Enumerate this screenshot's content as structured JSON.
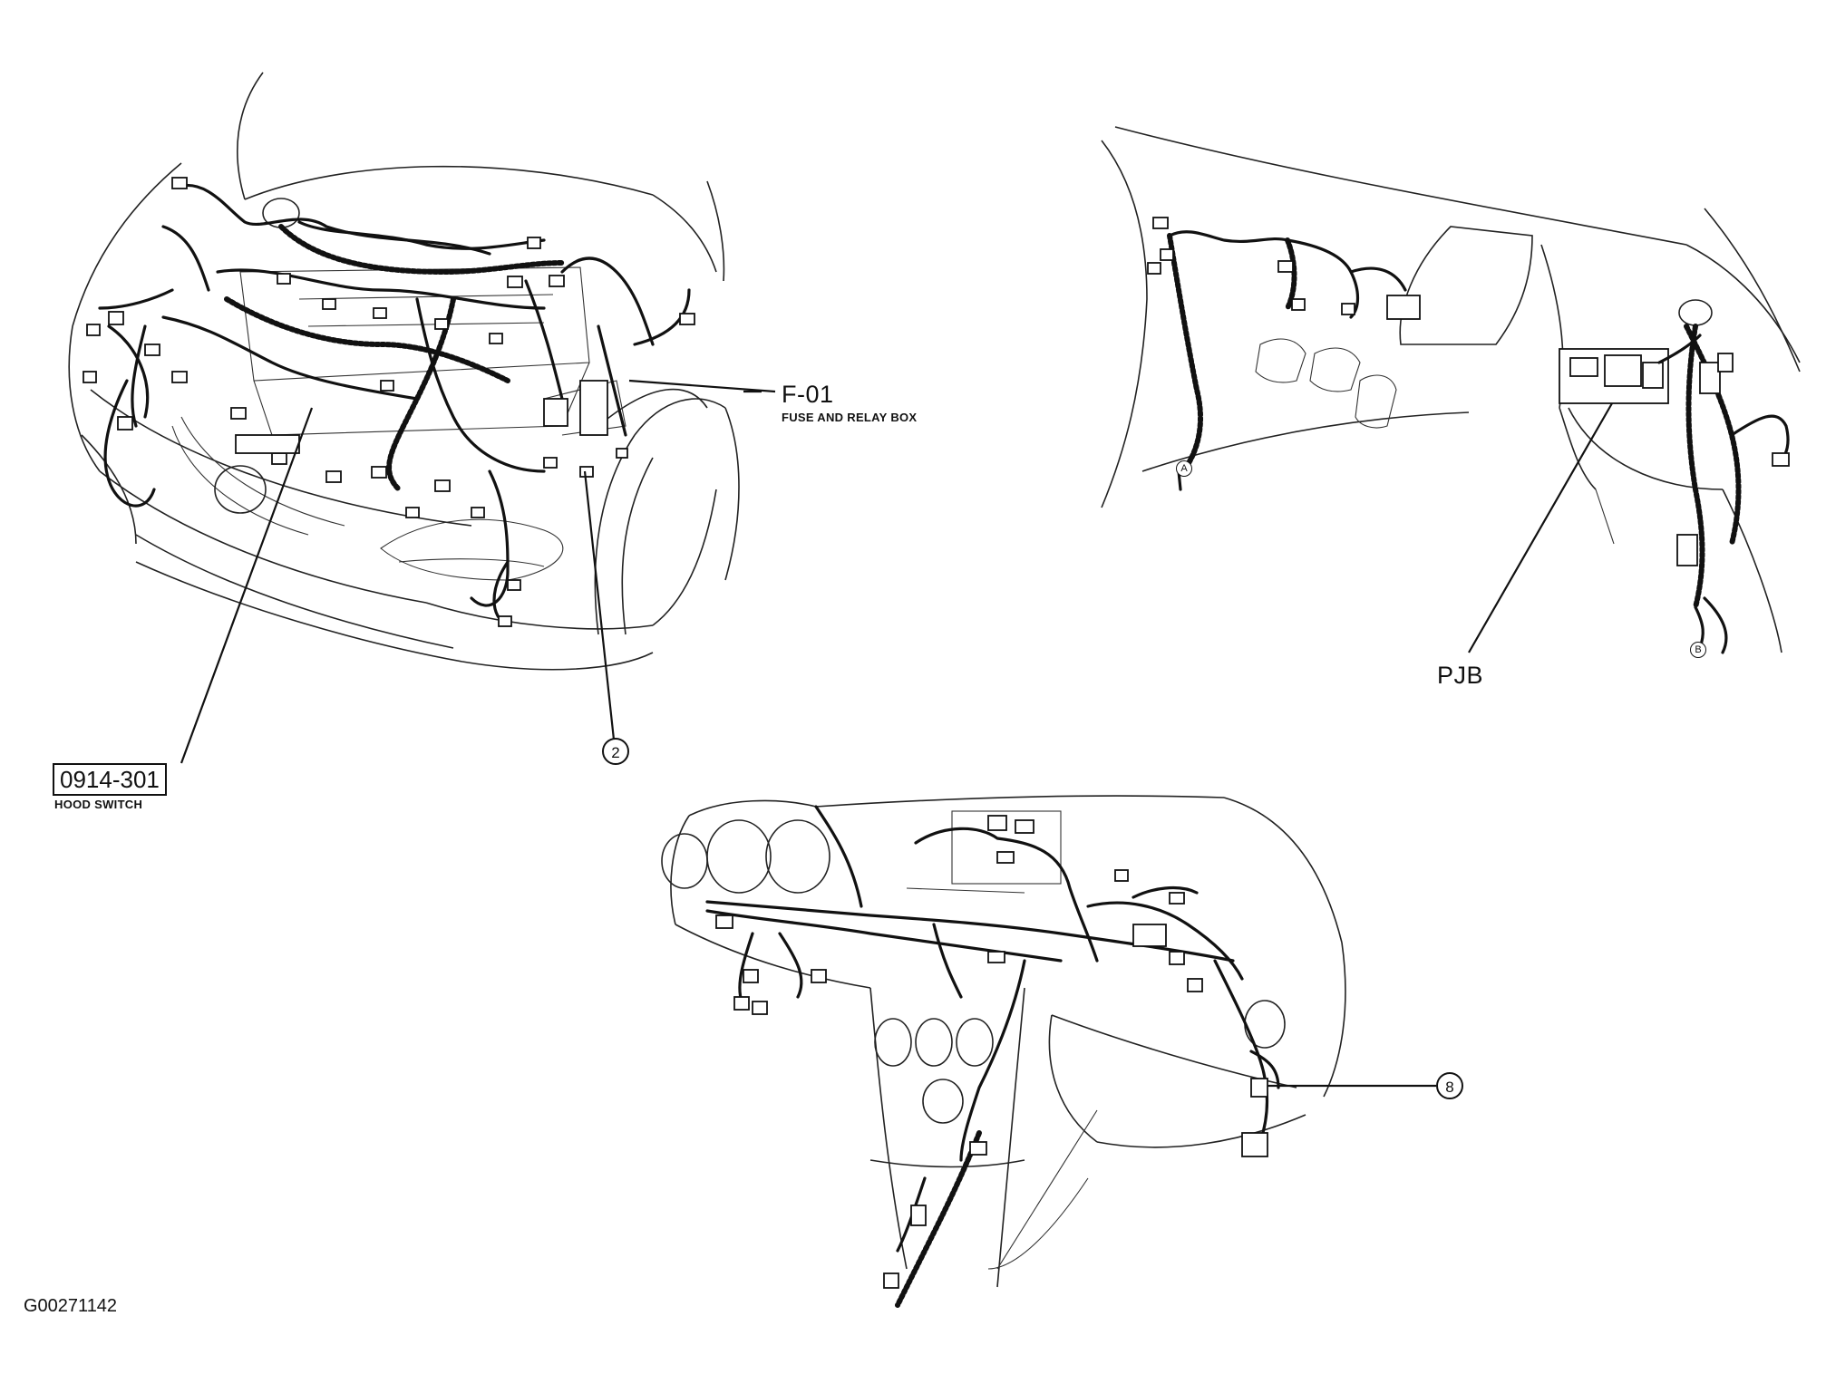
{
  "labels": {
    "f01_code": "F-01",
    "f01_desc": "FUSE AND RELAY BOX",
    "hood_code": "0914-301",
    "hood_desc": "HOOD SWITCH",
    "pjb": "PJB",
    "callout_2": "2",
    "callout_8": "8",
    "connector_a": "A",
    "connector_b": "B",
    "figure_id": "G00271142"
  }
}
